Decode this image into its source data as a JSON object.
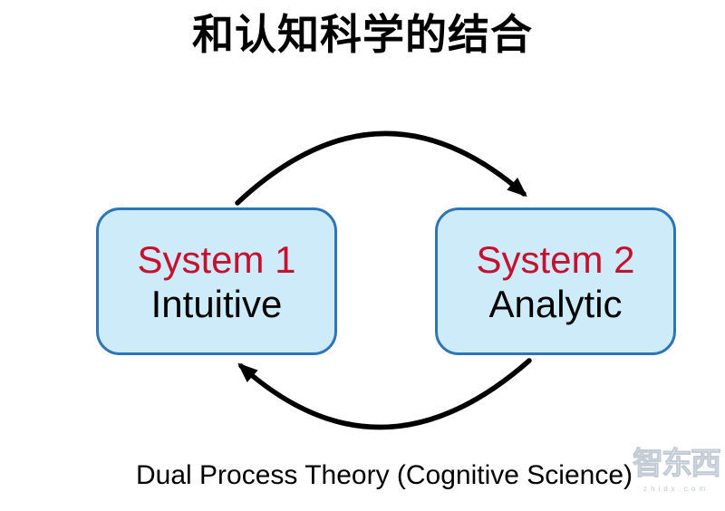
{
  "slide": {
    "title": "和认知科学的结合",
    "caption": "Dual Process Theory (Cognitive Science)"
  },
  "diagram": {
    "nodes": [
      {
        "title": "System 1",
        "subtitle": "Intuitive"
      },
      {
        "title": "System 2",
        "subtitle": "Analytic"
      }
    ],
    "edges": [
      {
        "from": "System 1",
        "to": "System 2",
        "position": "top",
        "shape": "arc-over"
      },
      {
        "from": "System 2",
        "to": "System 1",
        "position": "bottom",
        "shape": "arc-under"
      }
    ]
  },
  "watermark": {
    "logo": "智东西",
    "site": "zhidx.com"
  },
  "colors": {
    "background": "#ffffff",
    "title_text": "#000000",
    "node_fill": "#CEEBF9",
    "node_border": "#2E75B6",
    "node_title_red": "#C8102E",
    "node_subtitle_black": "#000000",
    "arrow": "#000000"
  }
}
